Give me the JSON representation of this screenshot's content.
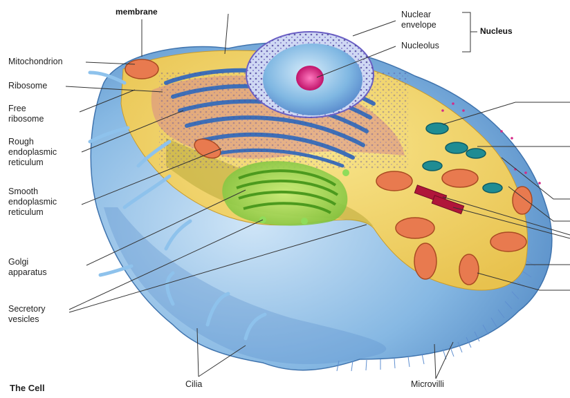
{
  "title": "The Cell",
  "labels": {
    "membrane": "membrane",
    "nuclear_envelope": [
      "Nuclear",
      "envelope"
    ],
    "nucleolus": "Nucleolus",
    "nucleus": "Nucleus",
    "mitochondrion": "Mitochondrion",
    "ribosome": "Ribosome",
    "free_ribosome": [
      "Free",
      "ribosome"
    ],
    "rough_er": [
      "Rough",
      "endoplasmic",
      "reticulum"
    ],
    "smooth_er": [
      "Smooth",
      "endoplasmic",
      "reticulum"
    ],
    "golgi": [
      "Golgi",
      "apparatus"
    ],
    "secretory_vesicles": [
      "Secretory",
      "vesicles"
    ],
    "cilia": "Cilia",
    "microvilli": "Microvilli"
  },
  "colors": {
    "membrane_blue": "#6fa8dc",
    "cytoplasm_yellow": "#f3d36a",
    "nucleus_blue": "#8fc4e8",
    "nucleolus_pink": "#d81b7a",
    "rough_er_blue": "#3d6fb6",
    "golgi_green": "#7ccf3b",
    "mito_orange": "#e87a4f",
    "leader_line": "#333333"
  }
}
